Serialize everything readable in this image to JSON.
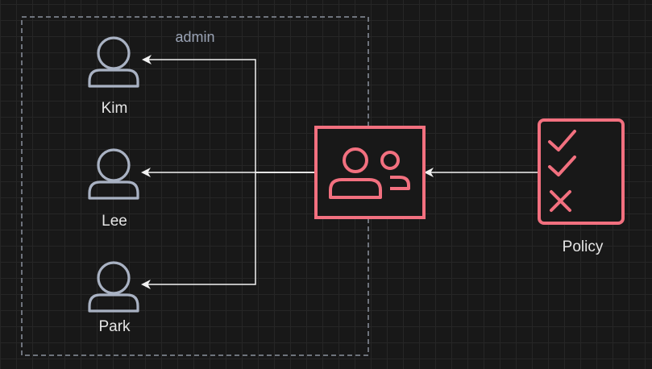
{
  "diagram": {
    "group_label": "admin",
    "users": [
      {
        "name": "Kim",
        "icon": "user-icon"
      },
      {
        "name": "Lee",
        "icon": "user-icon"
      },
      {
        "name": "Park",
        "icon": "user-icon"
      }
    ],
    "group_icon": "user-group-icon",
    "policy": {
      "label": "Policy",
      "icon": "policy-checklist-icon"
    },
    "colors": {
      "background": "#181818",
      "grid": "#262626",
      "user_stroke": "#a9b2c3",
      "accent": "#f2707f",
      "connector": "#f2f2f2",
      "boundary": "#8a919e"
    }
  }
}
